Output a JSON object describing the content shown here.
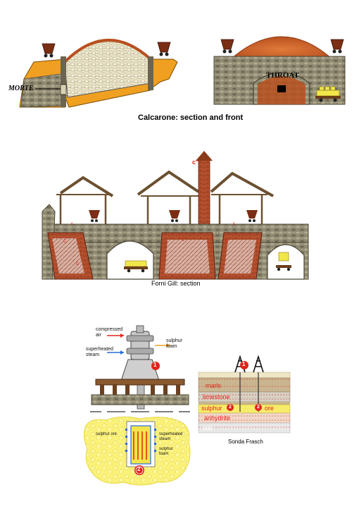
{
  "captions": {
    "calcarone": "Calcarone:  section and front",
    "gill": "Forni Gill: section",
    "frasch": "Sonda Frasch"
  },
  "calcarone": {
    "morte_label": "MORTE",
    "throat_label": "THROAT"
  },
  "gill": {
    "chimney_label": "c\"",
    "marks": [
      "r",
      "r",
      "c",
      "c",
      "c'",
      "c'",
      "c"
    ]
  },
  "frasch_well": {
    "compressed_air": "compressed air",
    "superheated_steam": "superheated steam",
    "sulphur_foam": "sulphur foam",
    "sulphur_ore": "sulphur ore",
    "steam_inner": "superheated steam",
    "foam_inner": "sulphur foam",
    "badge_1": "1",
    "badge_2": "2"
  },
  "frasch_section": {
    "badge_1": "1",
    "badge_2a": "2",
    "badge_2b": "2",
    "layers": [
      "marls",
      "limestone",
      "sulphur",
      "ore",
      "anhydrite",
      "salt"
    ]
  },
  "colors": {
    "orange": "#f0a020",
    "brick": "#b5502e",
    "stone": "#8c8470",
    "sulphur": "#f2e64a",
    "red": "#e0241c"
  }
}
